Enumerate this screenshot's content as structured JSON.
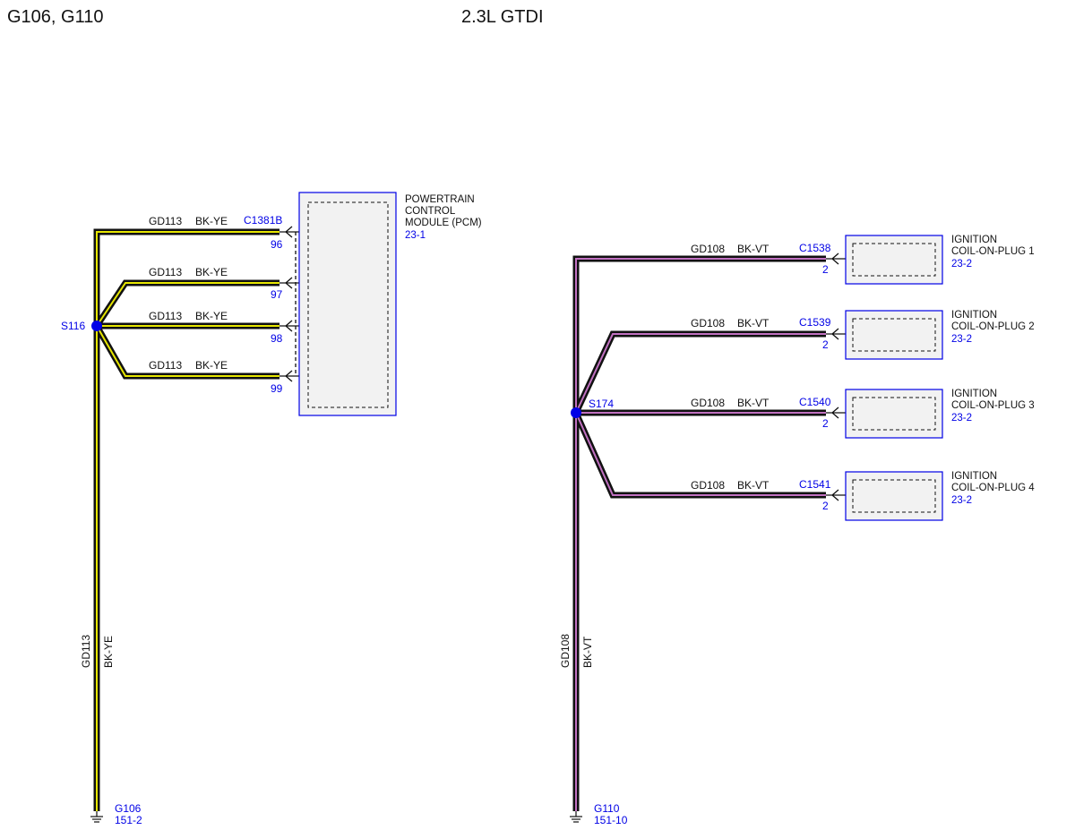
{
  "header": {
    "left_title": "G106, G110",
    "center_title": "2.3L GTDI"
  },
  "colors": {
    "wire_outer": "#111111",
    "yellow_stripe": "#e6e600",
    "violet_stripe": "#c070c0",
    "accent_blue": "#0000e6",
    "module_fill": "#f2f2f2"
  },
  "left_circuit": {
    "splice": "S116",
    "vertical_circuit": "GD113",
    "vertical_color": "BK-YE",
    "ground": "G106",
    "ground_ref": "151-2",
    "connector": "C1381B",
    "module": {
      "lines": [
        "POWERTRAIN",
        "CONTROL",
        "MODULE (PCM)"
      ],
      "ref": "23-1"
    },
    "branches": [
      {
        "circuit": "GD113",
        "color": "BK-YE",
        "pin": "96"
      },
      {
        "circuit": "GD113",
        "color": "BK-YE",
        "pin": "97"
      },
      {
        "circuit": "GD113",
        "color": "BK-YE",
        "pin": "98"
      },
      {
        "circuit": "GD113",
        "color": "BK-YE",
        "pin": "99"
      }
    ]
  },
  "right_circuit": {
    "splice": "S174",
    "vertical_circuit": "GD108",
    "vertical_color": "BK-VT",
    "ground": "G110",
    "ground_ref": "151-10",
    "branches": [
      {
        "circuit": "GD108",
        "color": "BK-VT",
        "connector": "C1538",
        "pin": "2",
        "component_line1": "IGNITION",
        "component_line2": "COIL-ON-PLUG 1",
        "ref": "23-2"
      },
      {
        "circuit": "GD108",
        "color": "BK-VT",
        "connector": "C1539",
        "pin": "2",
        "component_line1": "IGNITION",
        "component_line2": "COIL-ON-PLUG 2",
        "ref": "23-2"
      },
      {
        "circuit": "GD108",
        "color": "BK-VT",
        "connector": "C1540",
        "pin": "2",
        "component_line1": "IGNITION",
        "component_line2": "COIL-ON-PLUG 3",
        "ref": "23-2"
      },
      {
        "circuit": "GD108",
        "color": "BK-VT",
        "connector": "C1541",
        "pin": "2",
        "component_line1": "IGNITION",
        "component_line2": "COIL-ON-PLUG 4",
        "ref": "23-2"
      }
    ]
  }
}
